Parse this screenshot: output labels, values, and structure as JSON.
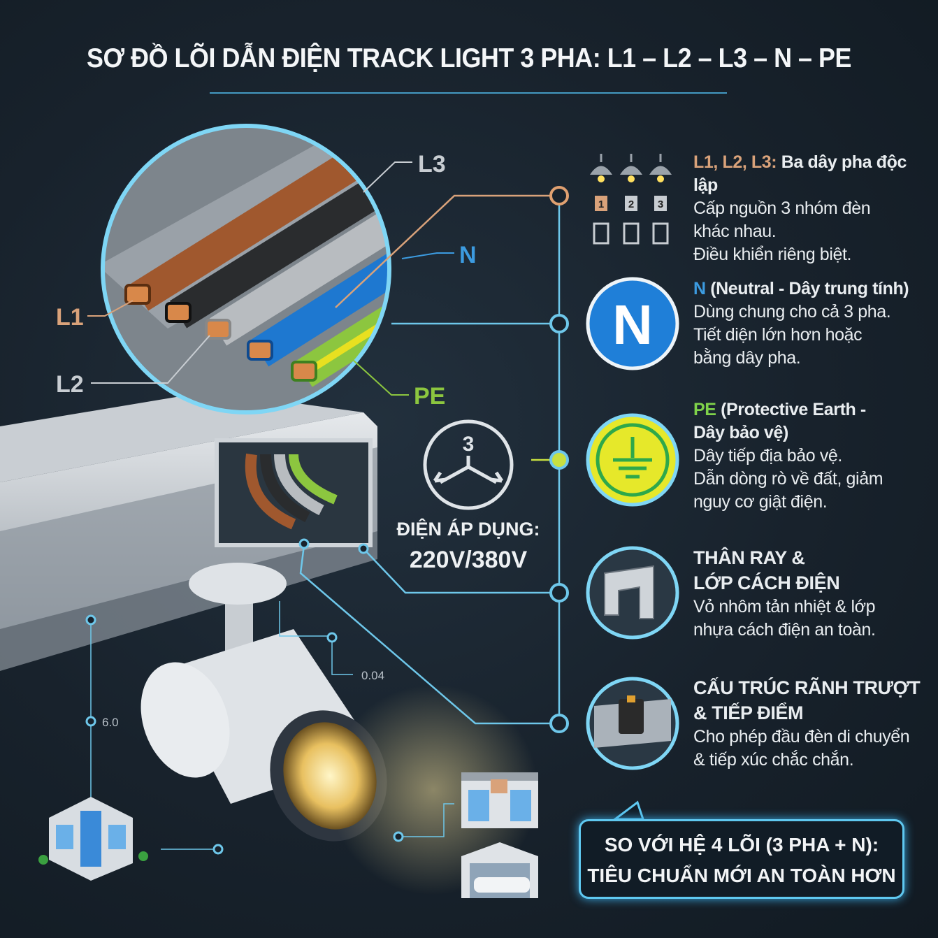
{
  "title": "SƠ ĐỒ LÕI DẪN ĐIỆN TRACK LIGHT 3 PHA: L1 – L2 – L3 – N – PE",
  "wire_labels": {
    "l1": "L1",
    "l2": "L2",
    "l3": "L3",
    "n": "N",
    "pe": "PE"
  },
  "colors": {
    "l1": "#a0582e",
    "l2": "#b8bcc0",
    "l3": "#2a2c2e",
    "n": "#1e78d0",
    "pe": "#8cc63f",
    "pe_stripe": "#e8e020",
    "accent": "#5fc8f0",
    "l_label": "#d9a27a",
    "n_label": "#3c9be0",
    "pe_label": "#7fd24a"
  },
  "center": {
    "phase_number": "3",
    "voltage_label": "ĐIỆN ÁP DỤNG:",
    "voltage_value": "220V/380V"
  },
  "dimensions": {
    "d1": "0.04",
    "d2": "6.0"
  },
  "lamp_groups": [
    "1",
    "2",
    "3"
  ],
  "sections": [
    {
      "icon": "three-lamps-icon",
      "tag": "L1, L2, L3:",
      "heading": "Ba dây pha độc lập",
      "lines": [
        "Cấp nguồn 3 nhóm đèn",
        "khác nhau.",
        "Điều khiển riêng biệt."
      ]
    },
    {
      "icon": "neutral-icon",
      "icon_text": "N",
      "tag": "N",
      "heading": "(Neutral - Dây trung tính)",
      "lines": [
        "Dùng chung cho cả 3 pha.",
        "Tiết diện lớn hơn hoặc",
        "bằng dây pha."
      ]
    },
    {
      "icon": "ground-icon",
      "tag": "PE",
      "heading": "(Protective Earth -",
      "heading2": "Dây bảo vệ)",
      "lines": [
        "Dây tiếp địa bảo vệ.",
        "Dẫn dòng rò về đất, giảm",
        "nguy cơ giật điện."
      ]
    },
    {
      "icon": "rail-profile-icon",
      "heading": "THÂN RAY &",
      "heading2": "LỚP CÁCH ĐIỆN",
      "lines": [
        "Vỏ nhôm tản nhiệt & lớp",
        "nhựa cách điện an toàn."
      ]
    },
    {
      "icon": "slider-contact-icon",
      "heading": "CẤU TRÚC RÃNH TRƯỢT",
      "heading2": "& TIẾP ĐIỂM",
      "lines": [
        "Cho phép đầu đèn di chuyển",
        "& tiếp xúc chắc chắn."
      ]
    }
  ],
  "callout": {
    "line1": "SO VỚI HỆ 4 LÕI (3 PHA + N):",
    "line2": "TIÊU CHUẨN MỚI AN TOÀN HƠN"
  }
}
